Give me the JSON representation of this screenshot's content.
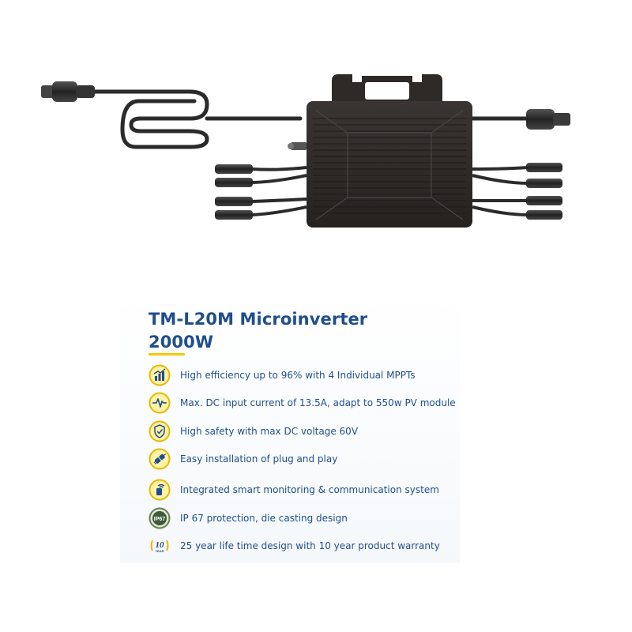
{
  "product": {
    "title": "TM-L20M Microinverter",
    "power": "2000W"
  },
  "colors": {
    "text_blue": "#1f4e8c",
    "accent_yellow": "#f6c800",
    "icon_ring": "#e8b700",
    "icon_fill": "#fff3a6",
    "body_dark": "#2e2a28"
  },
  "features": [
    {
      "icon": "efficiency-icon",
      "text": "High efficiency up to 96% with 4 Individual MPPTs"
    },
    {
      "icon": "current-wave-icon",
      "text": "Max. DC input current of 13.5A, adapt to 550w PV module"
    },
    {
      "icon": "shield-check-icon",
      "text": "High safety with max DC voltage 60V"
    },
    {
      "icon": "plug-icon",
      "text": "Easy installation of plug and play"
    },
    {
      "icon": "wifi-monitor-icon",
      "text": "Integrated smart monitoring & communication system"
    },
    {
      "icon": "ip67-icon",
      "text": "IP 67 protection, die casting design",
      "icon_label": "IP67"
    },
    {
      "icon": "warranty-badge-icon",
      "text": "25 year life time design with 10 year product warranty",
      "icon_label": "10",
      "icon_sublabel": "YEAR"
    }
  ]
}
